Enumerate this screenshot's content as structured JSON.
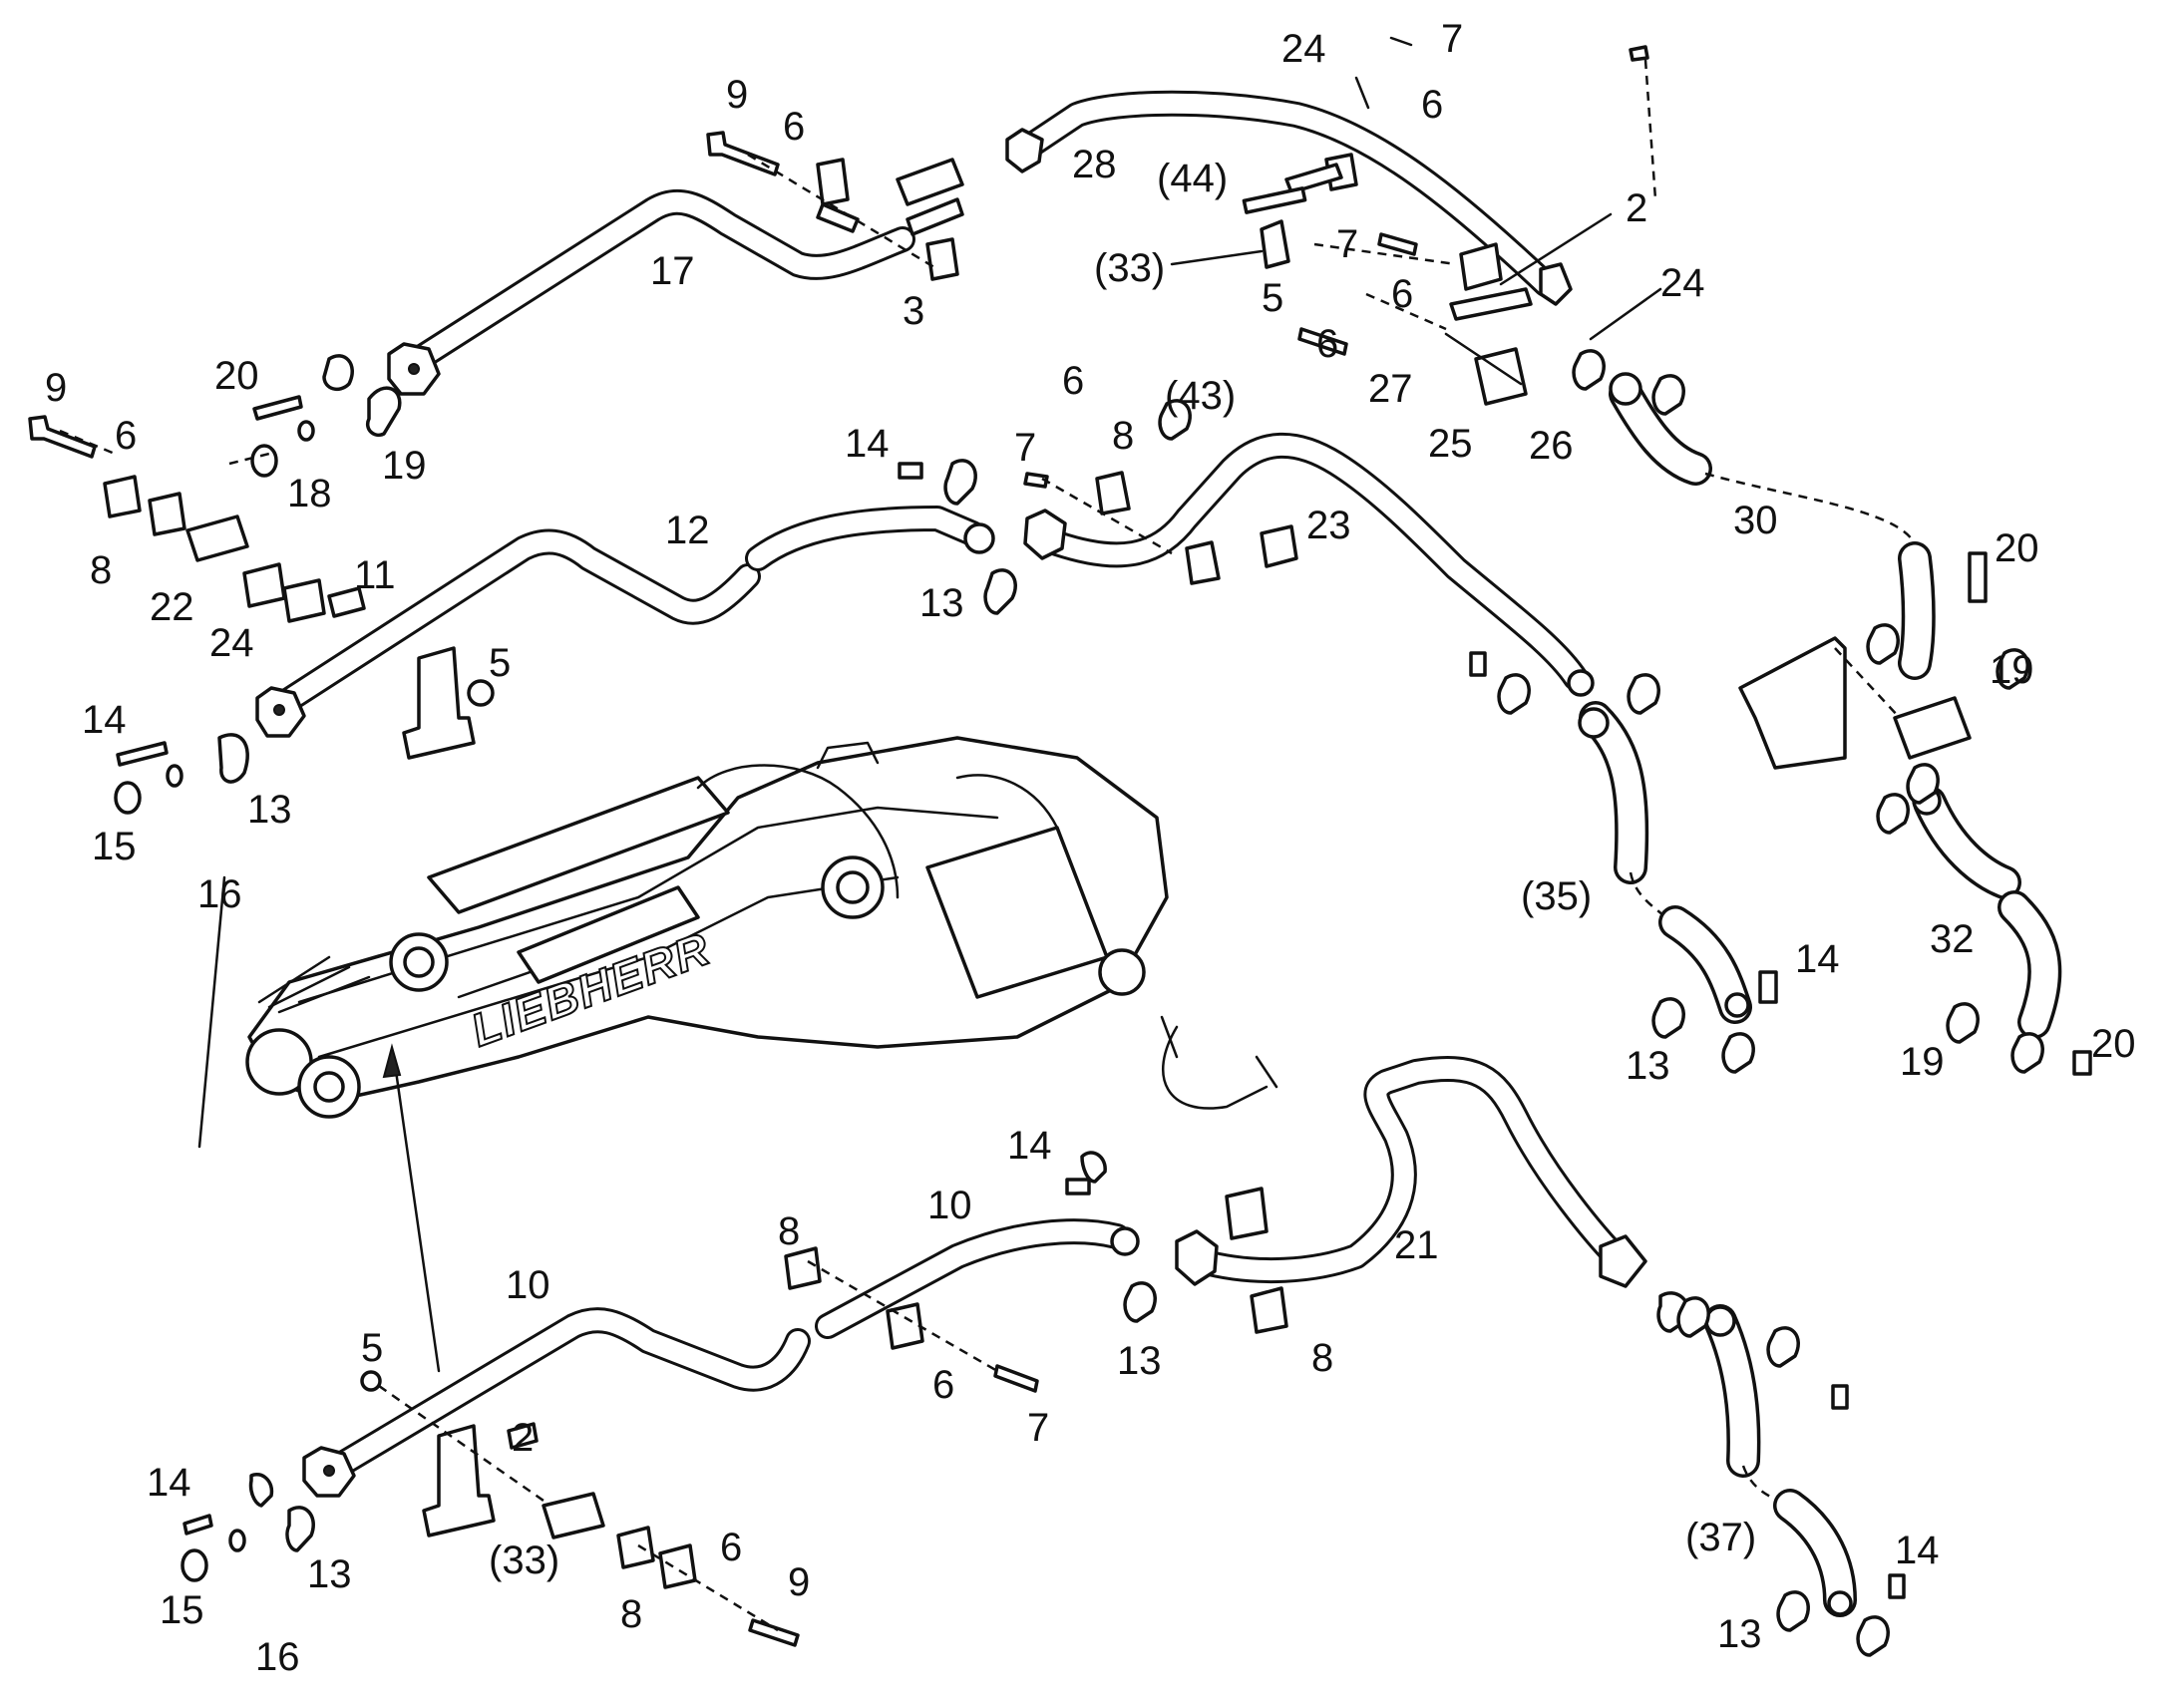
{
  "machine": {
    "brand_text": "LIEBHERR"
  },
  "callouts": [
    {
      "id": "c01",
      "text": "7"
    },
    {
      "id": "c02",
      "text": "24"
    },
    {
      "id": "c03",
      "text": "6"
    },
    {
      "id": "c04",
      "text": "9"
    },
    {
      "id": "c05",
      "text": "6"
    },
    {
      "id": "c06",
      "text": "28"
    },
    {
      "id": "c07",
      "text": "(44)"
    },
    {
      "id": "c08",
      "text": "2"
    },
    {
      "id": "c09",
      "text": "7"
    },
    {
      "id": "c10",
      "text": "(33)"
    },
    {
      "id": "c11",
      "text": "5"
    },
    {
      "id": "c12",
      "text": "6"
    },
    {
      "id": "c13",
      "text": "24"
    },
    {
      "id": "c14",
      "text": "17"
    },
    {
      "id": "c15",
      "text": "3"
    },
    {
      "id": "c16",
      "text": "6"
    },
    {
      "id": "c17",
      "text": "(43)"
    },
    {
      "id": "c18",
      "text": "27"
    },
    {
      "id": "c19",
      "text": "25"
    },
    {
      "id": "c20",
      "text": "26"
    },
    {
      "id": "c21",
      "text": "9"
    },
    {
      "id": "c22",
      "text": "20"
    },
    {
      "id": "c23",
      "text": "6"
    },
    {
      "id": "c24",
      "text": "18"
    },
    {
      "id": "c25",
      "text": "19"
    },
    {
      "id": "c26",
      "text": "6"
    },
    {
      "id": "c27",
      "text": "8"
    },
    {
      "id": "c28",
      "text": "14"
    },
    {
      "id": "c29",
      "text": "7"
    },
    {
      "id": "c30",
      "text": "30"
    },
    {
      "id": "c31",
      "text": "20"
    },
    {
      "id": "c32",
      "text": "8"
    },
    {
      "id": "c33",
      "text": "12"
    },
    {
      "id": "c34",
      "text": "23"
    },
    {
      "id": "c35",
      "text": "11"
    },
    {
      "id": "c36",
      "text": "22"
    },
    {
      "id": "c37",
      "text": "13"
    },
    {
      "id": "c38",
      "text": "24"
    },
    {
      "id": "c39",
      "text": "19"
    },
    {
      "id": "c40",
      "text": "5"
    },
    {
      "id": "c41",
      "text": "14"
    },
    {
      "id": "c42",
      "text": "13"
    },
    {
      "id": "c43",
      "text": "15"
    },
    {
      "id": "c44",
      "text": "16"
    },
    {
      "id": "c45",
      "text": "(35)"
    },
    {
      "id": "c46",
      "text": "32"
    },
    {
      "id": "c47",
      "text": "14"
    },
    {
      "id": "c48",
      "text": "13"
    },
    {
      "id": "c49",
      "text": "19"
    },
    {
      "id": "c50",
      "text": "20"
    },
    {
      "id": "c51",
      "text": "14"
    },
    {
      "id": "c52",
      "text": "10"
    },
    {
      "id": "c53",
      "text": "8"
    },
    {
      "id": "c54",
      "text": "21"
    },
    {
      "id": "c55",
      "text": "10"
    },
    {
      "id": "c56",
      "text": "13"
    },
    {
      "id": "c57",
      "text": "8"
    },
    {
      "id": "c58",
      "text": "6"
    },
    {
      "id": "c59",
      "text": "7"
    },
    {
      "id": "c60",
      "text": "5"
    },
    {
      "id": "c61",
      "text": "2"
    },
    {
      "id": "c62",
      "text": "14"
    },
    {
      "id": "c63",
      "text": "13"
    },
    {
      "id": "c64",
      "text": "(33)"
    },
    {
      "id": "c65",
      "text": "6"
    },
    {
      "id": "c66",
      "text": "9"
    },
    {
      "id": "c67",
      "text": "15"
    },
    {
      "id": "c68",
      "text": "16"
    },
    {
      "id": "c69",
      "text": "8"
    },
    {
      "id": "c70",
      "text": "(37)"
    },
    {
      "id": "c71",
      "text": "14"
    },
    {
      "id": "c72",
      "text": "13"
    }
  ]
}
